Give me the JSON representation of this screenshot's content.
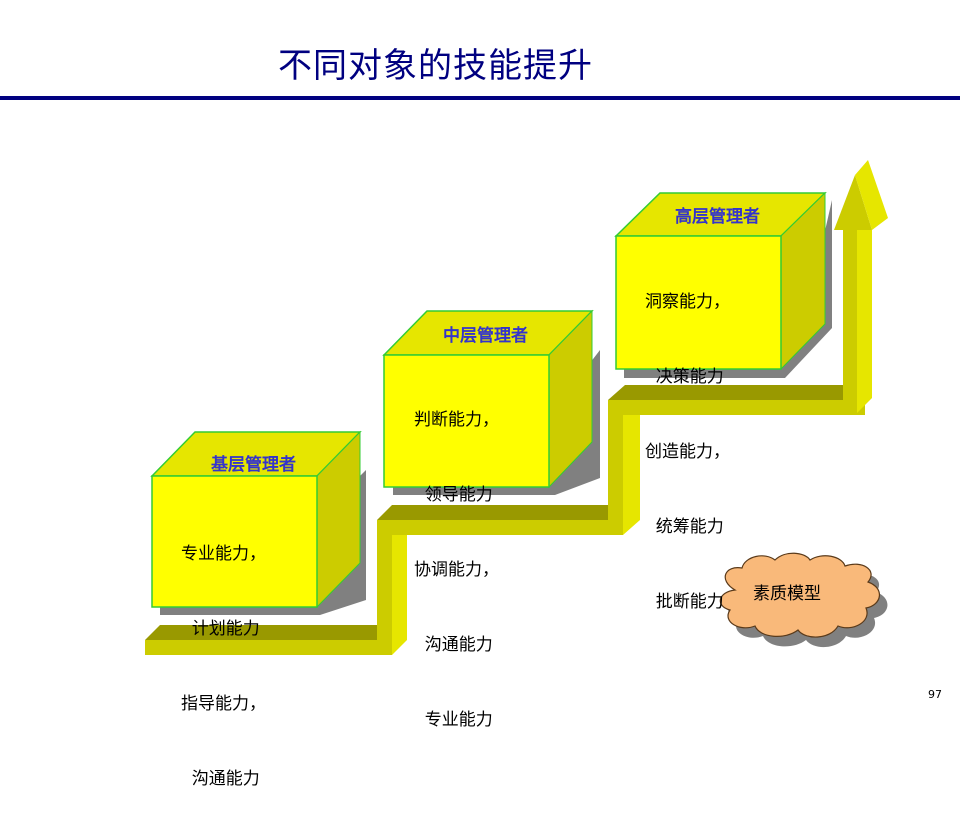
{
  "slide": {
    "title": "不同对象的技能提升",
    "page_number": "97"
  },
  "levels": [
    {
      "title": "基层管理者",
      "skills": [
        "专业能力，",
        "  计划能力",
        "指导能力，",
        "  沟通能力"
      ]
    },
    {
      "title": "中层管理者",
      "skills": [
        "判断能力，",
        "  领导能力",
        "协调能力，",
        "  沟通能力",
        "  专业能力"
      ]
    },
    {
      "title": "高层管理者",
      "skills": [
        "洞察能力，",
        "  决策能力",
        "创造能力，",
        "  统筹能力",
        "  批断能力"
      ]
    }
  ],
  "cloud": {
    "label": "素质模型"
  },
  "colors": {
    "title": "#000080",
    "rule": "#000080",
    "box_front": "#ffff00",
    "box_border": "#33cc33",
    "box_side": "#cccc00",
    "box_title": "#3333cc",
    "stair_top": "#999900",
    "stair_front": "#cccc00",
    "stair_light": "#e6e600",
    "shadow": "#808080",
    "cloud": "#f9b97a"
  }
}
